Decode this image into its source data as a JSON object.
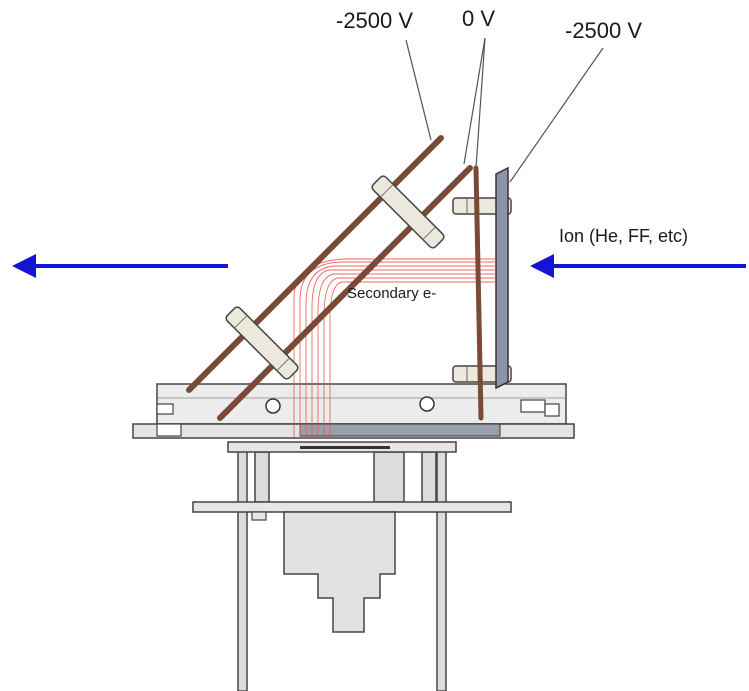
{
  "labels": {
    "voltage_left": "-2500 V",
    "voltage_middle": "0 V",
    "voltage_right": "-2500 V",
    "ion_source": "Ion (He, FF, etc)",
    "secondary_electrons": "Secondary e-"
  },
  "colors": {
    "electrode": "#7a4a36",
    "arrow": "#1414d2",
    "electron_path": "#e8504a",
    "structure_fill": "#e6e6e6",
    "structure_stroke": "#444444",
    "foil": "#8c94a8"
  }
}
